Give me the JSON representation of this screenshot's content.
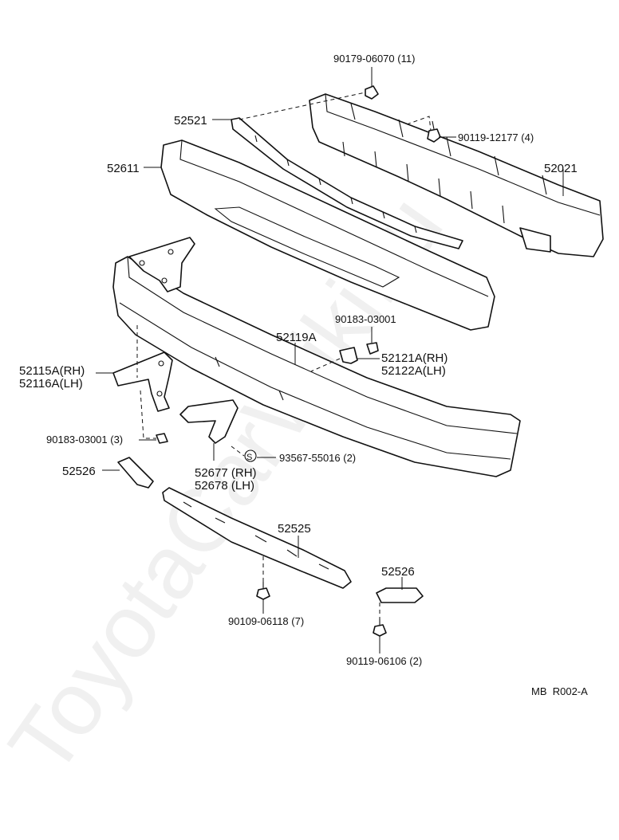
{
  "watermark": "ToyotaCarWiki.ru",
  "diagram_code": "MB  R002-A",
  "labels": {
    "p90179": "90179-06070 (11)",
    "p52521": "52521",
    "p90119_12177": "90119-12177 (4)",
    "p52611": "52611",
    "p52021": "52021",
    "p90183_a": "90183-03001",
    "p52119A": "52119A",
    "p52121A": "52121A(RH)",
    "p52122A": "52122A(LH)",
    "p52115A": "52115A(RH)",
    "p52116A": "52116A(LH)",
    "p90183_b": "90183-03001 (3)",
    "s_mark": "S",
    "p93567": "93567-55016 (2)",
    "p52526_left": "52526",
    "p52677": "52677 (RH)",
    "p52678": "52678 (LH)",
    "p52525": "52525",
    "p52526_right": "52526",
    "p90109": "90109-06118 (7)",
    "p90119_06106": "90119-06106 (2)"
  }
}
